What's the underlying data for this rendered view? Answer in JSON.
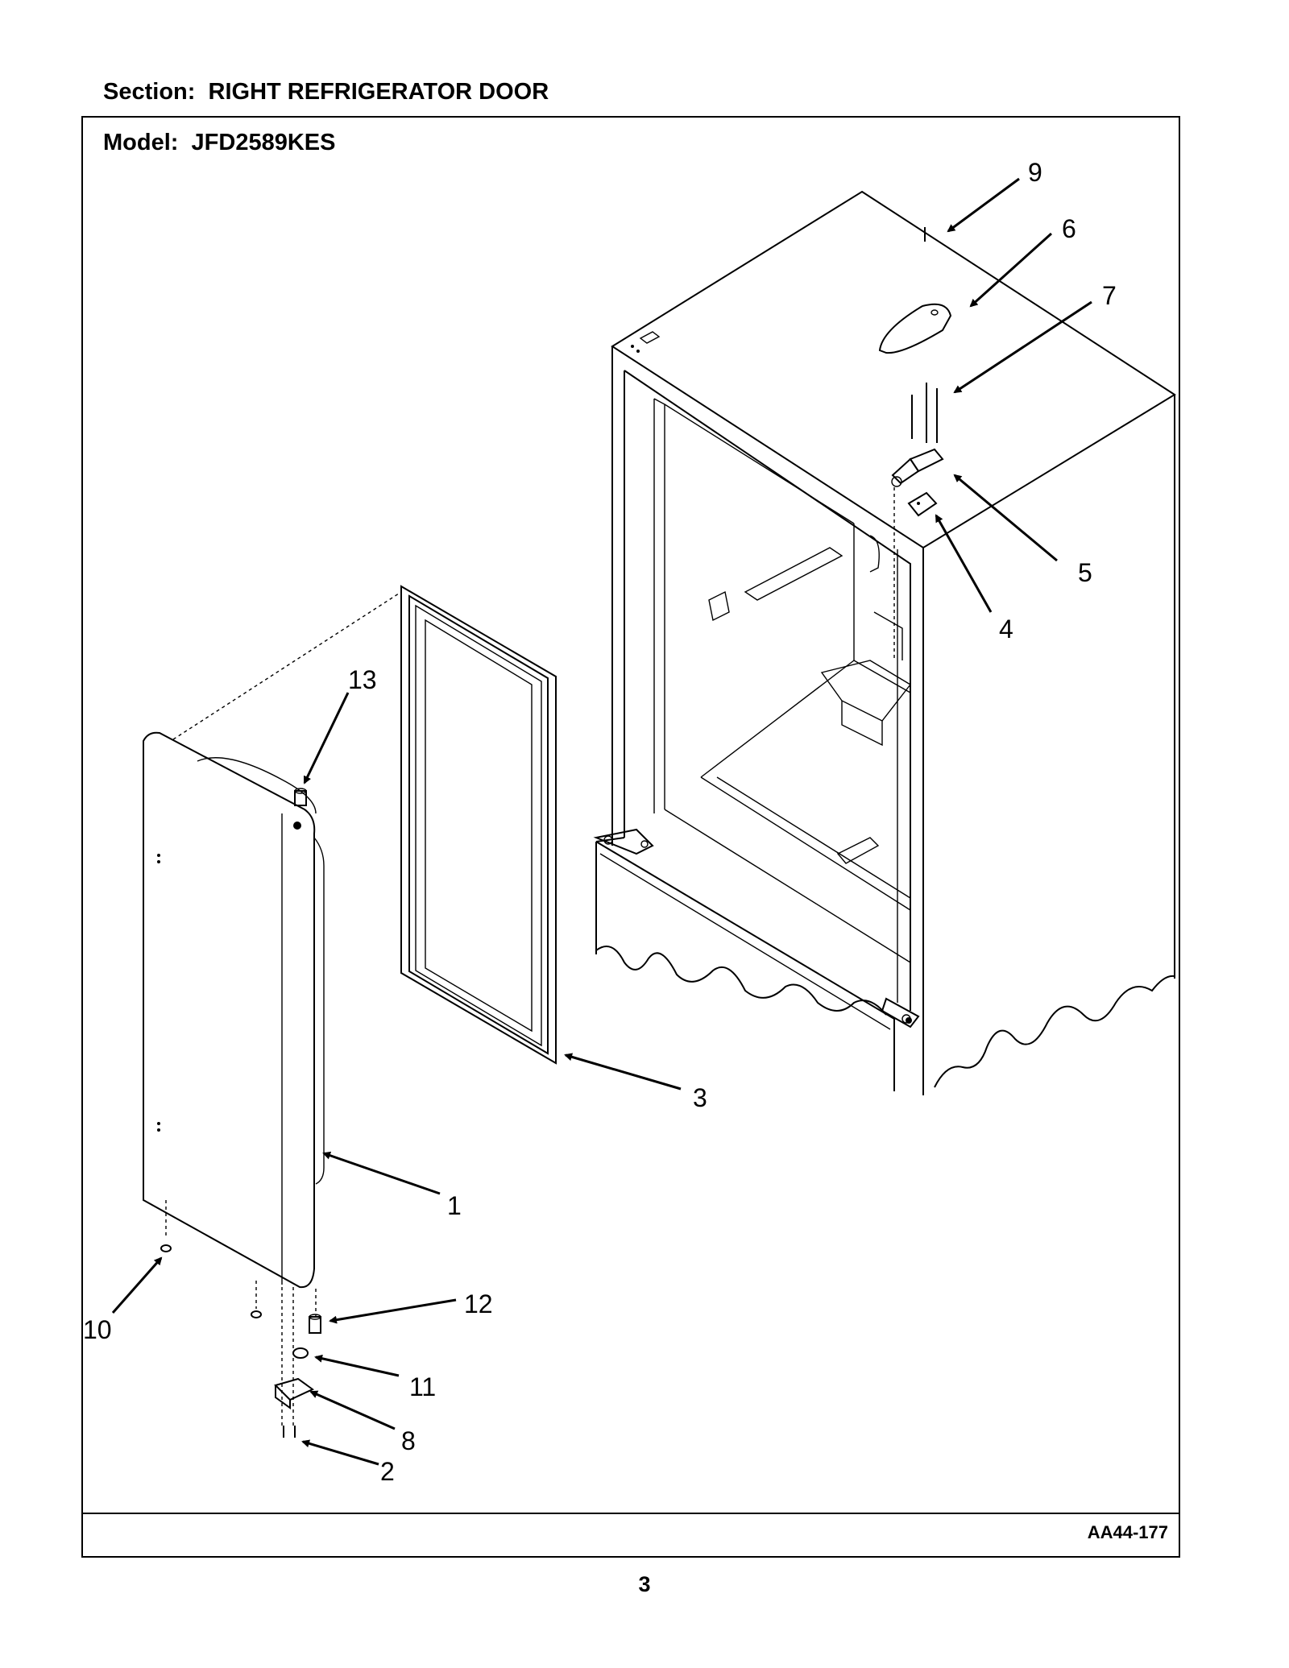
{
  "header": {
    "section_title": "Section:  RIGHT REFRIGERATOR DOOR",
    "model_title": "Model:  JFD2589KES"
  },
  "footer": {
    "diagram_code": "AA44-177",
    "page_number": "3"
  },
  "callouts": [
    {
      "id": "9",
      "label": "9"
    },
    {
      "id": "6",
      "label": "6"
    },
    {
      "id": "7",
      "label": "7"
    },
    {
      "id": "5",
      "label": "5"
    },
    {
      "id": "4",
      "label": "4"
    },
    {
      "id": "13",
      "label": "13"
    },
    {
      "id": "3",
      "label": "3"
    },
    {
      "id": "1",
      "label": "1"
    },
    {
      "id": "12",
      "label": "12"
    },
    {
      "id": "10",
      "label": "10"
    },
    {
      "id": "11",
      "label": "11"
    },
    {
      "id": "8",
      "label": "8"
    },
    {
      "id": "2",
      "label": "2"
    }
  ]
}
